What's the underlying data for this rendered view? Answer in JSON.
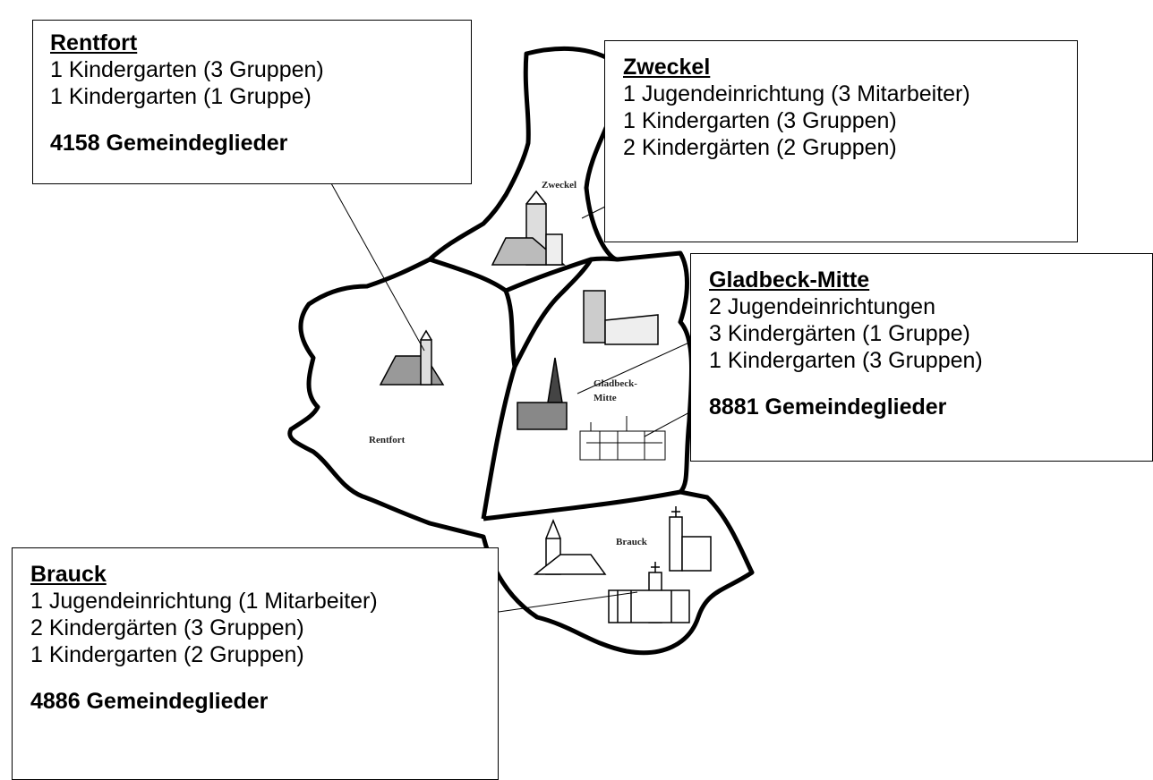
{
  "districts": {
    "rentfort": {
      "title": "Rentfort",
      "map_label": "Rentfort",
      "items": [
        "1 Kindergarten (3 Gruppen)",
        "1 Kindergarten (1 Gruppe)"
      ],
      "members": "4158 Gemeindeglieder"
    },
    "zweckel": {
      "title": "Zweckel",
      "map_label": "Zweckel",
      "items": [
        "1 Jugendeinrichtung (3 Mitarbeiter)",
        "1 Kindergarten (3 Gruppen)",
        "2 Kindergärten (2 Gruppen)"
      ]
    },
    "gladbeck_mitte": {
      "title": "Gladbeck-Mitte",
      "map_label_line1": "Gladbeck-",
      "map_label_line2": "Mitte",
      "items": [
        "2 Jugendeinrichtungen",
        "3 Kindergärten (1 Gruppe)",
        "1 Kindergarten (3 Gruppen)"
      ],
      "members": "8881 Gemeindeglieder"
    },
    "brauck": {
      "title": "Brauck",
      "map_label": "Brauck",
      "items": [
        "1 Jugendeinrichtung (1 Mitarbeiter)",
        "2 Kindergärten (3 Gruppen)",
        "1 Kindergarten (2 Gruppen)"
      ],
      "members": "4886 Gemeindeglieder"
    }
  },
  "colors": {
    "border": "#000000",
    "background": "#ffffff"
  }
}
